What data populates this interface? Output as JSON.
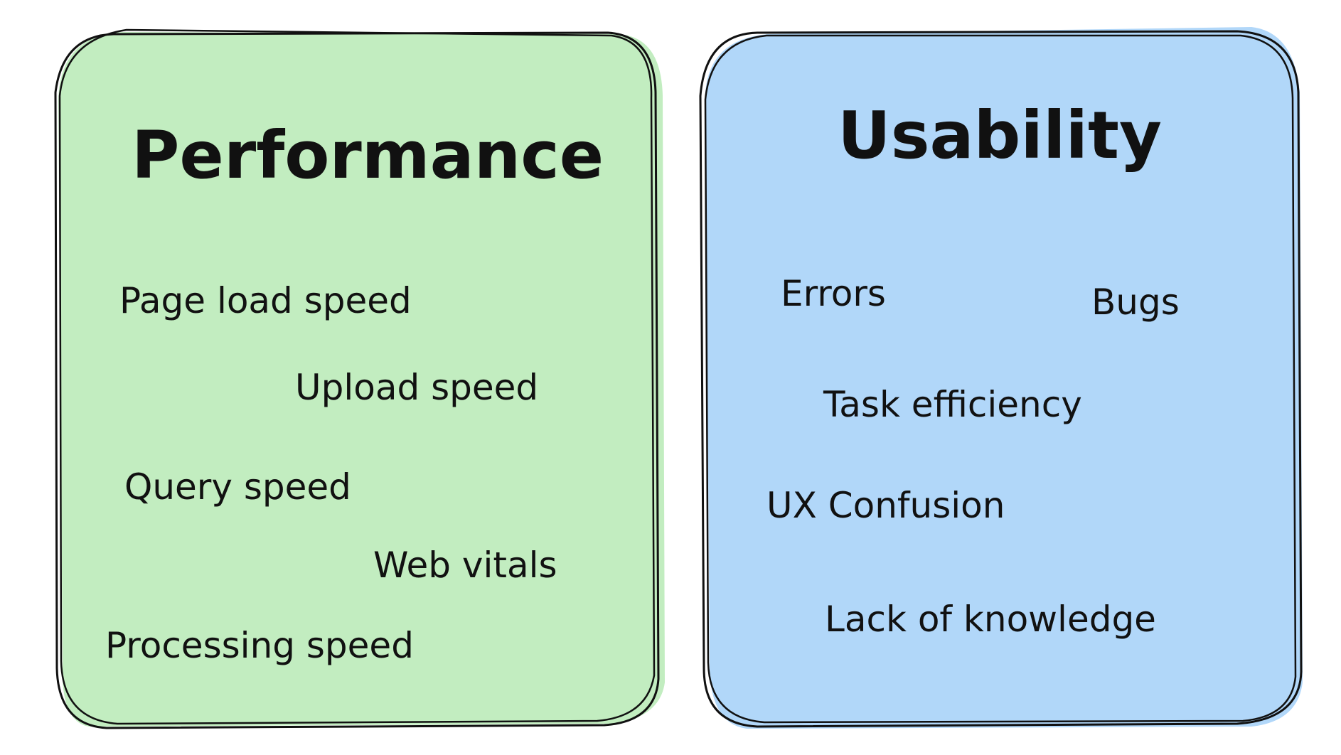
{
  "colors": {
    "performance_fill": "#c2edc0",
    "usability_fill": "#b1d7f9",
    "stroke": "#111111",
    "text": "#111111"
  },
  "performance": {
    "title": "Performance",
    "items": [
      "Page load speed",
      "Upload speed",
      "Query speed",
      "Web vitals",
      "Processing speed"
    ]
  },
  "usability": {
    "title": "Usability",
    "items": [
      "Errors",
      "Bugs",
      "Task efficiency",
      "UX Confusion",
      "Lack of knowledge"
    ]
  }
}
